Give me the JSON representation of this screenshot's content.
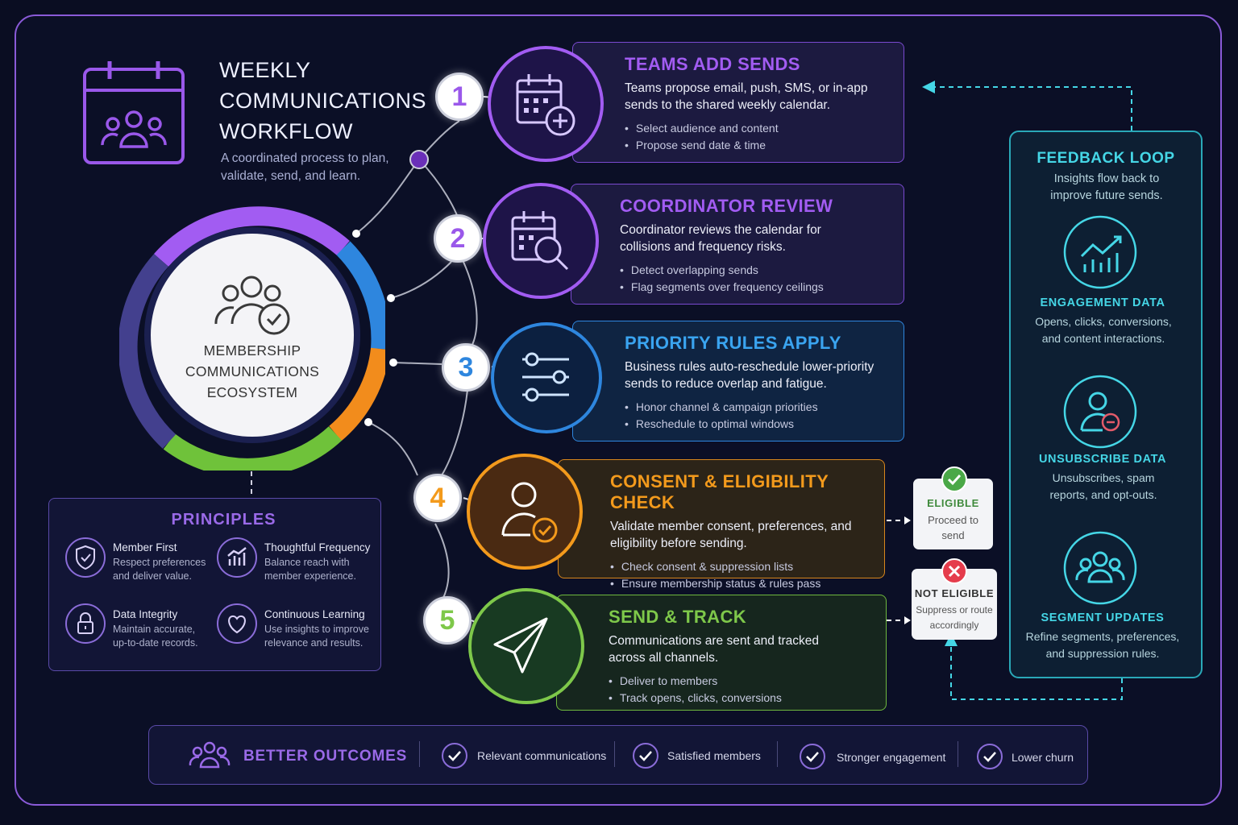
{
  "title": "WEEKLY\nCOMMUNICATIONS\nWORKFLOW",
  "subtitle": "A coordinated process to plan, validate, send, and learn.",
  "hub": {
    "label": "MEMBERSHIP\nCOMMUNICATIONS\nECOSYSTEM",
    "icon": "people-check-icon"
  },
  "colors": {
    "purple": "#a25cf2",
    "blue": "#3aa4f0",
    "orange": "#f39a1c",
    "green": "#7ec84a",
    "cyan": "#45d6e6",
    "red": "#e53c4c"
  },
  "steps": [
    {
      "number": "1",
      "title": "TEAMS ADD SENDS",
      "color": "#a25cf2",
      "icon": "calendar-add-icon",
      "description": "Teams propose email, push, SMS, or in-app sends to the shared weekly calendar.",
      "bullets": [
        "Select audience and content",
        "Propose send date & time"
      ]
    },
    {
      "number": "2",
      "title": "COORDINATOR REVIEW",
      "color": "#a25cf2",
      "icon": "calendar-search-icon",
      "description": "Coordinator reviews the calendar for collisions and frequency risks.",
      "bullets": [
        "Detect overlapping sends",
        "Flag segments over frequency ceilings"
      ]
    },
    {
      "number": "3",
      "title": "PRIORITY RULES APPLY",
      "color": "#3aa4f0",
      "icon": "sliders-icon",
      "description": "Business rules auto-reschedule lower-priority sends to reduce overlap and fatigue.",
      "bullets": [
        "Honor channel & campaign priorities",
        "Reschedule to optimal windows"
      ]
    },
    {
      "number": "4",
      "title": "CONSENT & ELIGIBILITY CHECK",
      "color": "#f39a1c",
      "icon": "user-check-icon",
      "description": "Validate member consent, preferences, and eligibility before sending.",
      "bullets": [
        "Check consent & suppression lists",
        "Ensure membership status & rules pass"
      ]
    },
    {
      "number": "5",
      "title": "SEND & TRACK",
      "color": "#7ec84a",
      "icon": "paper-plane-icon",
      "description": "Communications are sent and tracked across all channels.",
      "bullets": [
        "Deliver to members",
        "Track opens, clicks, conversions"
      ]
    }
  ],
  "eligibility": {
    "eligible": {
      "title": "ELIGIBLE",
      "text": "Proceed to send"
    },
    "not_eligible": {
      "title": "NOT ELIGIBLE",
      "text": "Suppress or route accordingly"
    }
  },
  "feedback": {
    "title": "FEEDBACK LOOP",
    "subtitle": "Insights flow back to improve future sends.",
    "items": [
      {
        "title": "ENGAGEMENT DATA",
        "text": "Opens, clicks, conversions, and content interactions.",
        "icon": "trend-chart-icon"
      },
      {
        "title": "UNSUBSCRIBE DATA",
        "text": "Unsubscribes, spam reports, and opt-outs.",
        "icon": "user-minus-icon"
      },
      {
        "title": "SEGMENT UPDATES",
        "text": "Refine segments, preferences, and suppression rules.",
        "icon": "group-icon"
      }
    ]
  },
  "principles": {
    "title": "PRINCIPLES",
    "items": [
      {
        "title": "Member First",
        "text": "Respect preferences and deliver value.",
        "icon": "shield-check-icon"
      },
      {
        "title": "Thoughtful Frequency",
        "text": "Balance reach with member experience.",
        "icon": "bar-chart-icon"
      },
      {
        "title": "Data Integrity",
        "text": "Maintain accurate, up-to-date records.",
        "icon": "lock-icon"
      },
      {
        "title": "Continuous Learning",
        "text": "Use insights to improve relevance and results.",
        "icon": "heart-icon"
      }
    ]
  },
  "outcomes": {
    "title": "BETTER OUTCOMES",
    "items": [
      "Relevant communications",
      "Satisfied members",
      "Stronger engagement",
      "Lower churn"
    ]
  }
}
